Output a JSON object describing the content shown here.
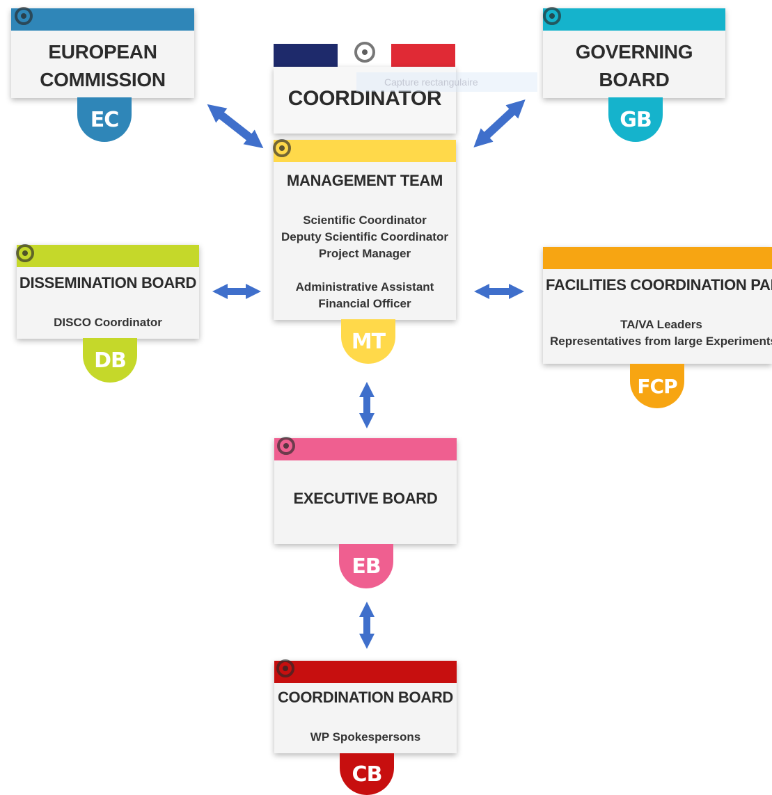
{
  "colors": {
    "ec": "#2f86b8",
    "gb": "#15b3cc",
    "mt": "#ffd94a",
    "db": "#c5d82a",
    "fcp": "#f7a512",
    "eb": "#ef5f90",
    "cb": "#c70f0f",
    "arrow": "#3f6fcb",
    "flag_blue": "#1e2a6b",
    "flag_red": "#e02a35"
  },
  "coordinator": {
    "title": "COORDINATOR"
  },
  "ghost_overlay": "Capture rectangulaire",
  "cards": {
    "ec": {
      "title_line1": "EUROPEAN",
      "title_line2": "COMMISSION",
      "tab": "EC"
    },
    "gb": {
      "title_line1": "GOVERNING",
      "title_line2": "BOARD",
      "tab": "GB"
    },
    "mt": {
      "title": "MANAGEMENT TEAM",
      "lines": [
        "Scientific Coordinator",
        "Deputy Scientific Coordinator",
        "Project Manager",
        "Administrative Assistant",
        "Financial Officer"
      ],
      "tab": "MT"
    },
    "db": {
      "title": "DISSEMINATION BOARD",
      "line1": "DISCO Coordinator",
      "tab": "DB"
    },
    "fcp": {
      "title": "FACILITIES COORDINATION PANEL",
      "line1": "TA/VA Leaders",
      "line2": "Representatives from large Experiments",
      "tab": "FCP"
    },
    "eb": {
      "title": "EXECUTIVE BOARD",
      "tab": "EB"
    },
    "cb": {
      "title": "COORDINATION BOARD",
      "line1": "WP Spokespersons",
      "tab": "CB"
    }
  }
}
